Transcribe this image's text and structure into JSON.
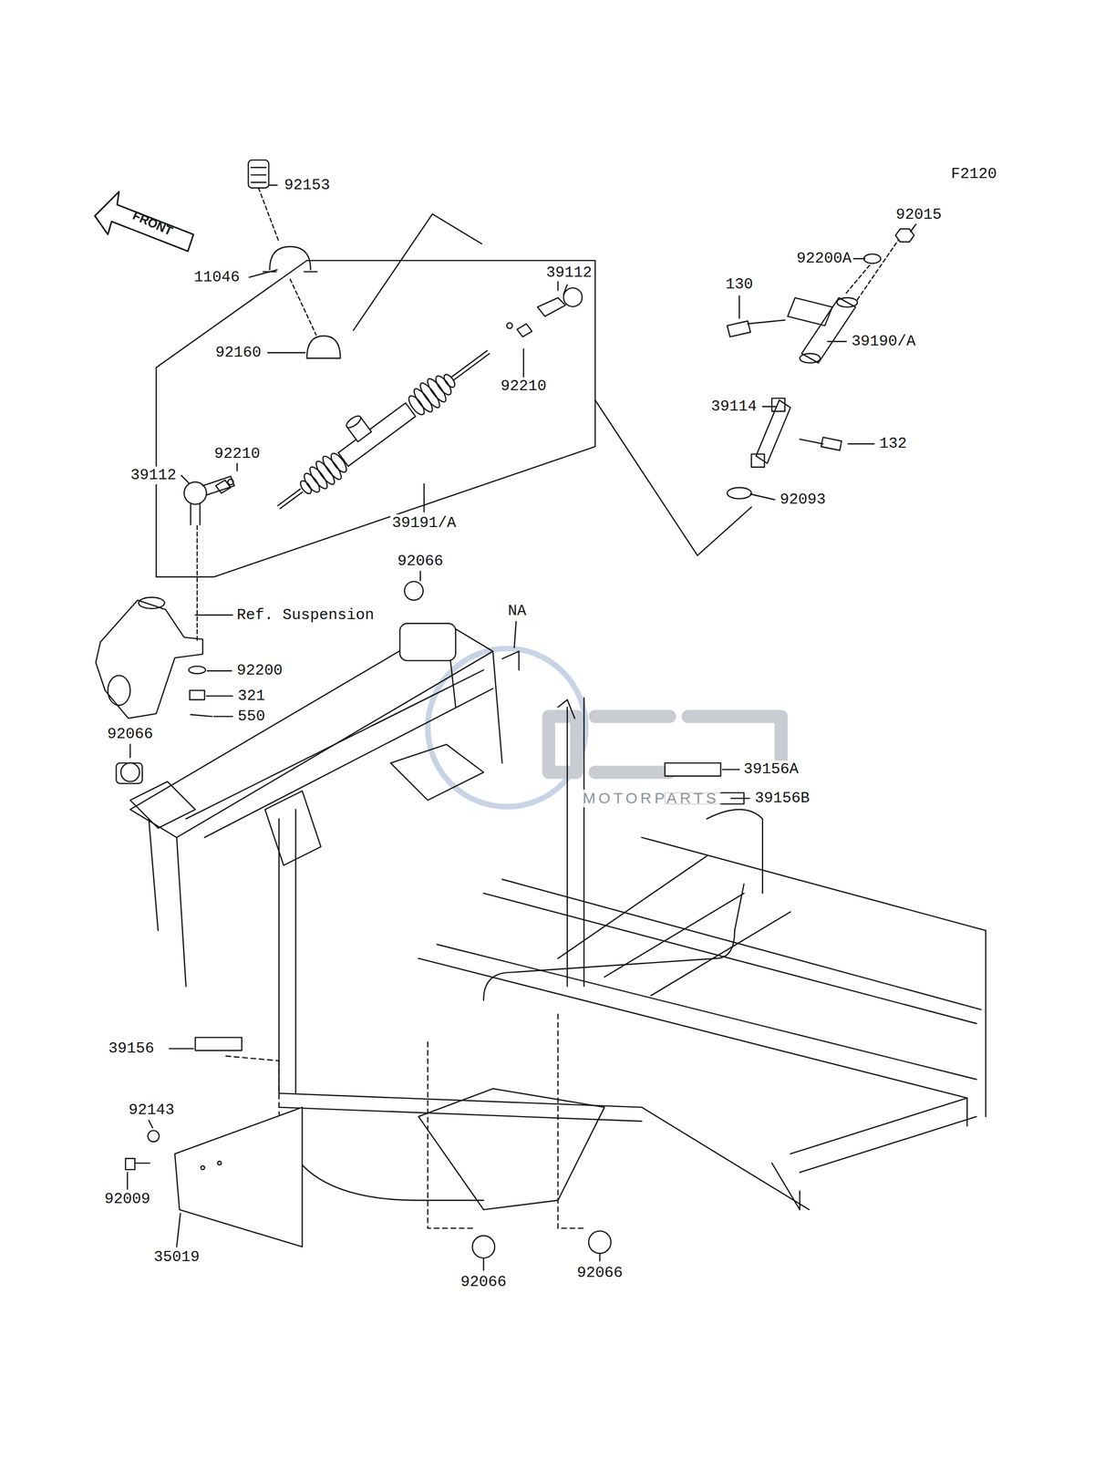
{
  "diagram": {
    "labels": [
      "F2120",
      "92153",
      "11046",
      "39112",
      "92160",
      "92210",
      "92210",
      "39112",
      "39191/A",
      "92200A",
      "92015",
      "130",
      "39190/A",
      "39114",
      "132",
      "92093",
      "92066",
      "NA",
      "Ref. Suspension",
      "92200",
      "321",
      "550",
      "92066",
      "39156A",
      "39156B",
      "39156",
      "92143",
      "92009",
      "35019",
      "92066",
      "92066",
      "FRONT",
      "MOTORPARTS"
    ]
  }
}
